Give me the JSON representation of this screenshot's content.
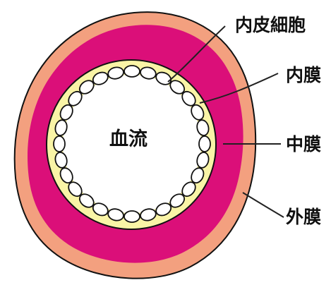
{
  "diagram": {
    "labels": {
      "endothelial_cells": "内皮細胞",
      "tunica_intima": "内膜",
      "tunica_media": "中膜",
      "tunica_externa": "外膜",
      "blood_flow": "血流"
    },
    "colors": {
      "outer_layer": "#f3a07f",
      "middle_layer": "#db0f79",
      "inner_layer": "#f9f4a6",
      "lumen": "#ffffff",
      "outline": "#111111",
      "leader_line": "#222222",
      "text": "#111111"
    }
  }
}
